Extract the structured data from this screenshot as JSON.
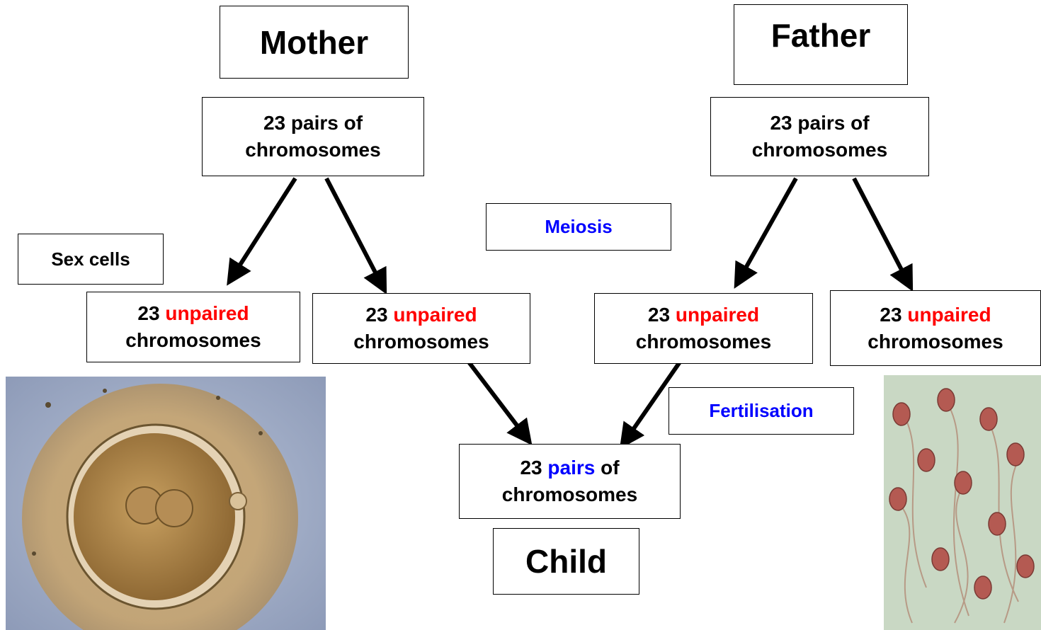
{
  "parents": {
    "mother": "Mother",
    "father": "Father"
  },
  "parent_cells": {
    "count": "23",
    "pairs_word": "pairs of",
    "chromosomes_word": "chromosomes"
  },
  "labels": {
    "sex_cells": "Sex cells",
    "meiosis": "Meiosis",
    "fertilisation": "Fertilisation"
  },
  "gametes": {
    "count": "23",
    "unpaired_word": "unpaired",
    "chromosomes_word": "chromosomes"
  },
  "child_cell": {
    "count": "23",
    "pairs_word": "pairs",
    "of_word": "of",
    "chromosomes_word": "chromosomes"
  },
  "child": {
    "title": "Child"
  },
  "colors": {
    "unpaired": "#ff0000",
    "process": "#0000ff",
    "line": "#000000"
  },
  "images": {
    "left": "egg-cell-micrograph",
    "right": "sperm-cells-micrograph"
  }
}
